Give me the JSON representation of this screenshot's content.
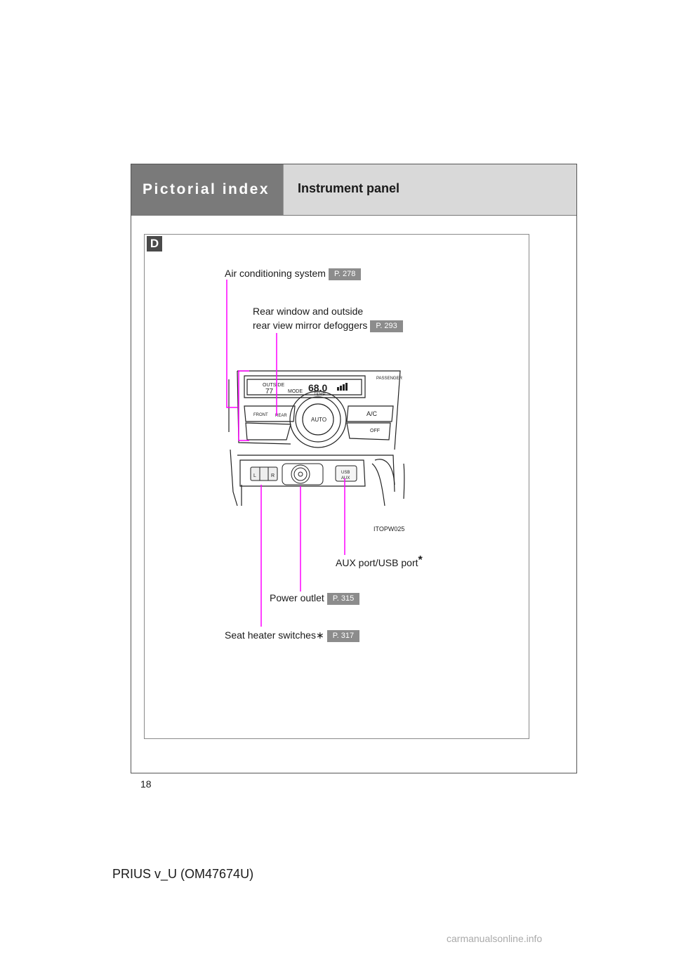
{
  "header": {
    "section_title": "Pictorial index",
    "page_title": "Instrument panel"
  },
  "section_tag": "D",
  "callouts": {
    "air_conditioning": {
      "label": "Air conditioning system",
      "page": "P. 278"
    },
    "defoggers": {
      "line1": "Rear window and outside",
      "line2": "rear view mirror defoggers",
      "page": "P. 293"
    },
    "aux_usb": {
      "label": "AUX port/USB port",
      "mark": "*"
    },
    "power_outlet": {
      "label": "Power outlet",
      "page": "P. 315"
    },
    "seat_heater": {
      "label": "Seat heater switches",
      "mark": "∗",
      "page": "P. 317"
    }
  },
  "diagram": {
    "image_code": "ITOPW025",
    "display": {
      "outside_label": "OUTSIDE",
      "outside_temp": "77",
      "set_temp": "68.0",
      "mode_label": "MODE",
      "temp_label": "TEMP",
      "passenger_label": "PASSENGER"
    },
    "buttons": {
      "front": "FRONT",
      "rear": "REAR",
      "auto": "AUTO",
      "ac": "A/C",
      "off": "OFF"
    },
    "lower": {
      "seat_left": "L",
      "seat_right": "R",
      "usb": "USB",
      "aux": "AUX"
    }
  },
  "colors": {
    "callout_line": "#ff00ff",
    "header_dark": "#7a7a7a",
    "header_light": "#d9d9d9",
    "pageref_bg": "#8c8c8c"
  },
  "page_number": "18",
  "footer": "PRIUS v_U (OM47674U)",
  "watermark": "carmanualsonline.info"
}
